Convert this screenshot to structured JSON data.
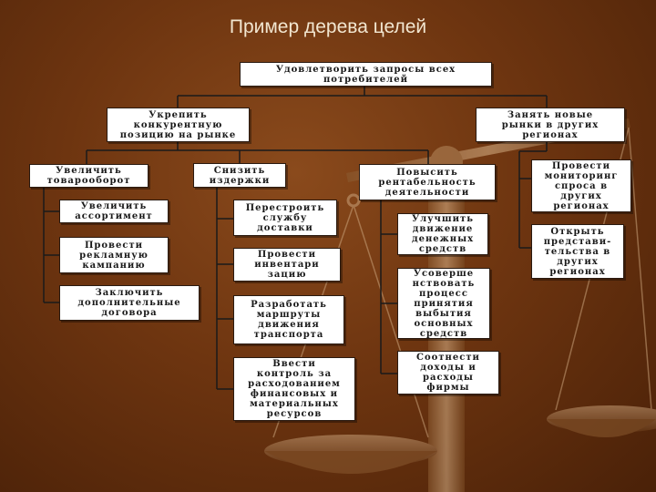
{
  "title": "Пример дерева целей",
  "tree": {
    "root": "Удовлетворить запросы всех\nпотребителей",
    "level1": {
      "left": "Укрепить\nконкурентную\nпозицию на рынке",
      "right": "Занять новые\nрынки в других\nрегионах"
    },
    "level2": {
      "a": "Увеличить\nтоварооборот",
      "b": "Снизить\nиздержки",
      "c": "Повысить\nрентабельность\nдеятельности",
      "d": "Провести\nмониторинг\nспроса в\nдругих\nрегионах",
      "e": "Открыть\nпредстави-\nтельства в\nдругих\nрегионах"
    },
    "level3": {
      "a1": "Увеличить\nассортимент",
      "a2": "Провести\nрекламную\nкампанию",
      "a3": "Заключить\nдополнительные\nдоговора",
      "b1": "Перестроить\nслужбу\nдоставки",
      "b2": "Провести\nинвентари\nзацию",
      "b3": "Разработать\nмаршруты\nдвижения\nтранспорта",
      "b4": "Ввести\nконтроль за\nрасходованием\nфинансовых и\nматериальных\nресурсов",
      "c1": "Улучшить\nдвижение\nденежных\nсредств",
      "c2": "Усоверше\nнствовать\nпроцесс\nпринятия\nвыбытия\nосновных\nсредств",
      "c3": "Соотнести\nдоходы и\nрасходы\nфирмы"
    }
  },
  "colors": {
    "background": "#6e3510",
    "box": "#ffffff",
    "line": "#1a1a1a",
    "title": "#f2e6d0",
    "scales": "#c9a27a"
  }
}
